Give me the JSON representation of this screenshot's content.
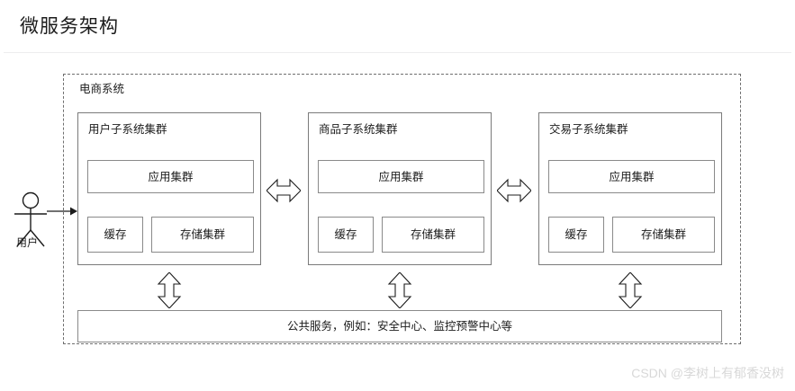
{
  "header": {
    "title": "微服务架构"
  },
  "actor": {
    "label": "用户",
    "icon": "stick-figure-actor-icon",
    "arrow_icon": "arrow-right-icon"
  },
  "system": {
    "label": "电商系统",
    "boundary_style": "dashed",
    "border_color": "#6f6f6f"
  },
  "clusters": [
    {
      "title": "用户子系统集群",
      "app_label": "应用集群",
      "cache_label": "缓存",
      "storage_label": "存储集群"
    },
    {
      "title": "商品子系统集群",
      "app_label": "应用集群",
      "cache_label": "缓存",
      "storage_label": "存储集群"
    },
    {
      "title": "交易子系统集群",
      "app_label": "应用集群",
      "cache_label": "缓存",
      "storage_label": "存储集群"
    }
  ],
  "connectors": {
    "horizontal_icon": "double-arrow-horizontal-icon",
    "vertical_icon": "double-arrow-vertical-icon",
    "horizontal_count": 2,
    "vertical_count": 3
  },
  "shared_services": {
    "label": "公共服务，例如：安全中心、监控预警中心等"
  },
  "watermark": {
    "text": "CSDN @李树上有郁香没树"
  },
  "colors": {
    "box_border": "#8a8a8a",
    "cluster_border": "#7b7b7b",
    "boundary_border": "#6f6f6f",
    "divider": "#ededee",
    "text": "#1c1c1c",
    "watermark": "#d8d8d8",
    "background": "#ffffff"
  }
}
